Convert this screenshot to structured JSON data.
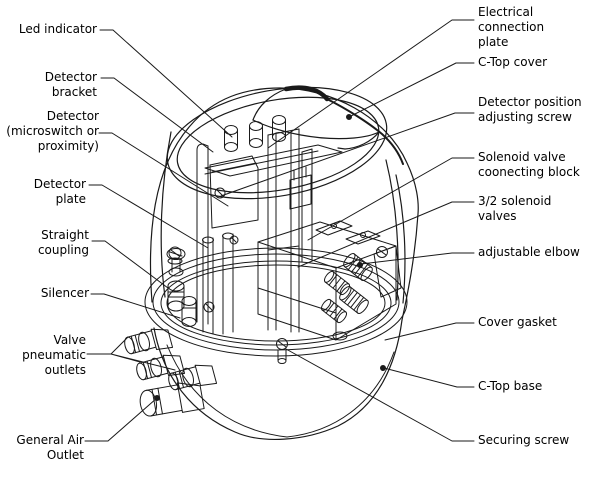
{
  "figure": {
    "description": "Exploded technical line drawing of a C-Top pneumatic control unit with callout labels",
    "colors": {
      "background": "#ffffff",
      "line": "#1a1a1a"
    }
  },
  "labels": {
    "left": [
      {
        "id": "led-indicator",
        "text": "Led indicator"
      },
      {
        "id": "detector-bracket",
        "text": "Detector\nbracket"
      },
      {
        "id": "detector",
        "text": "Detector\n(microswitch or\nproximity)"
      },
      {
        "id": "detector-plate",
        "text": "Detector plate"
      },
      {
        "id": "straight-coupling",
        "text": "Straight\ncoupling"
      },
      {
        "id": "silencer",
        "text": "Silencer"
      },
      {
        "id": "valve-pneumatic-outlets",
        "text": "Valve\npneumatic\noutlets"
      },
      {
        "id": "general-air-outlet",
        "text": "General Air\nOutlet"
      }
    ],
    "right": [
      {
        "id": "electrical-connection-plate",
        "text": "Electrical\nconnection\nplate"
      },
      {
        "id": "c-top-cover",
        "text": "C-Top cover"
      },
      {
        "id": "detector-position-adjusting-screw",
        "text": "Detector position\nadjusting screw"
      },
      {
        "id": "solenoid-valve-connecting-block",
        "text": "Solenoid valve\ncoonecting block"
      },
      {
        "id": "3-2-solenoid-valves",
        "text": "3/2 solenoid\nvalves"
      },
      {
        "id": "adjustable-elbow",
        "text": "adjustable elbow"
      },
      {
        "id": "cover-gasket",
        "text": "Cover gasket"
      },
      {
        "id": "c-top-base",
        "text": "C-Top base"
      },
      {
        "id": "securing-screw",
        "text": "Securing screw"
      }
    ]
  }
}
